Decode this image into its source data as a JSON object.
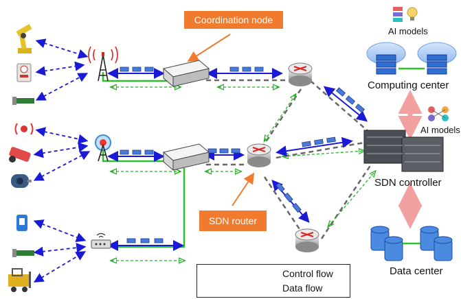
{
  "labels": {
    "coordination_node": "Coordination node",
    "sdn_router": "SDN router",
    "ai_models_top": "AI models",
    "ai_models_side": "AI models",
    "computing_center": "Computing center",
    "sdn_controller": "SDN controller",
    "data_center": "Data center"
  },
  "legend": {
    "control_flow": "Control flow",
    "data_flow": "Data flow"
  },
  "colors": {
    "control_flow": "#22b022",
    "data_flow": "#1a1ad6",
    "data_packet": "#4a7ad8",
    "link_dashed": "#666666",
    "link_green": "#2ec02e",
    "callout": "#f07a2d",
    "bidirectional_arrow": "#f2a0a0"
  },
  "icons": [
    "robot-arm-icon",
    "smart-meter-icon",
    "sensor-module-icon",
    "cell-tower-icon",
    "alarm-icon",
    "camera-icon",
    "motor-icon",
    "wireless-tower-icon",
    "smart-plug-icon",
    "sensor-module-icon",
    "forklift-icon",
    "wifi-router-icon",
    "switch-box-icon",
    "router-icon",
    "server-rack-icon",
    "cloud-server-icon",
    "database-icon",
    "ai-model-icon"
  ]
}
